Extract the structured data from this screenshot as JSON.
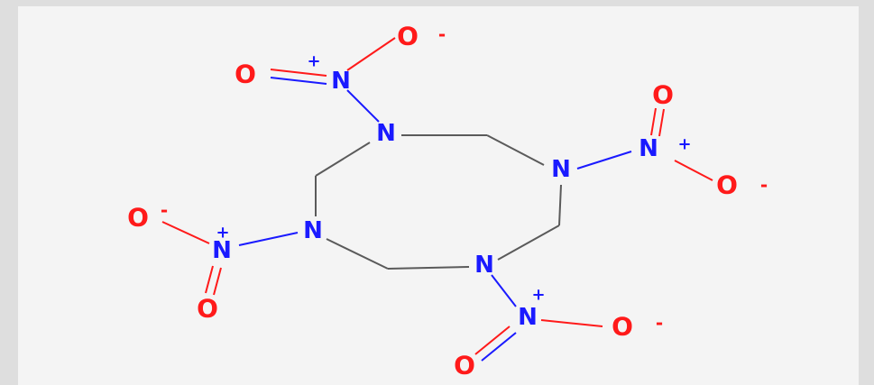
{
  "molecule": {
    "colors": {
      "nitrogen": "#1a1aff",
      "oxygen": "#ff1a1a",
      "carbon_bond": "#5a5a5a",
      "background": "#f4f4f4",
      "frame": "#dedede"
    },
    "atoms": [
      {
        "id": "n1",
        "element": "N",
        "label": "N"
      },
      {
        "id": "n2",
        "element": "N",
        "label": "N"
      },
      {
        "id": "n3",
        "element": "N",
        "label": "N"
      },
      {
        "id": "n4",
        "element": "N",
        "label": "N"
      },
      {
        "id": "nt",
        "element": "N",
        "label": "N",
        "charge": "+"
      },
      {
        "id": "nr",
        "element": "N",
        "label": "N",
        "charge": "+"
      },
      {
        "id": "nl",
        "element": "N",
        "label": "N",
        "charge": "+"
      },
      {
        "id": "nb",
        "element": "N",
        "label": "N",
        "charge": "+"
      },
      {
        "id": "ot1",
        "element": "O",
        "label": "O",
        "charge": "-"
      },
      {
        "id": "ot2",
        "element": "O",
        "label": "O"
      },
      {
        "id": "or1",
        "element": "O",
        "label": "O"
      },
      {
        "id": "or2",
        "element": "O",
        "label": "O",
        "charge": "-"
      },
      {
        "id": "ol1",
        "element": "O",
        "label": "O",
        "charge": "-"
      },
      {
        "id": "ol2",
        "element": "O",
        "label": "O"
      },
      {
        "id": "ob1",
        "element": "O",
        "label": "O",
        "charge": "-"
      },
      {
        "id": "ob2",
        "element": "O",
        "label": "O"
      }
    ]
  }
}
